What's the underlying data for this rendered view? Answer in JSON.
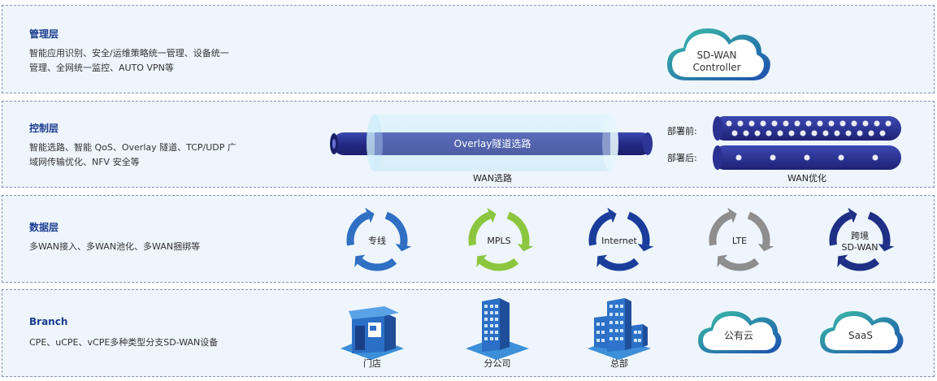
{
  "layers": [
    {
      "title": "管理层",
      "desc_line1": "智能应用识别、安全/运维策略统一管理、设备统一",
      "desc_line2": "管理、全网统一监控、AUTO VPN等"
    },
    {
      "title": "控制层",
      "desc_line1": "智能选路、智能 QoS、Overlay 隧道、TCP/UDP 广",
      "desc_line2": "域网传输优化、NFV 安全等"
    },
    {
      "title": "数据层",
      "desc_line1": "多WAN接入、多WAN池化、多WAN捆绑等",
      "desc_line2": ""
    },
    {
      "title": "Branch",
      "desc_line1": "CPE、uCPE、vCPE多种类型分支SD-WAN设备",
      "desc_line2": ""
    }
  ],
  "management": {
    "cloud_line1": "SD-WAN",
    "cloud_line2": "Controller"
  },
  "control": {
    "tunnel_label": "Overlay隧道选路",
    "tunnel_caption": "WAN选路",
    "before_label": "部署前:",
    "after_label": "部署后:",
    "opt_caption": "WAN优化"
  },
  "data_layer": {
    "links": [
      {
        "label1": "专线",
        "label2": "",
        "color": "#2f6fc4"
      },
      {
        "label1": "MPLS",
        "label2": "",
        "color": "#8cc63f"
      },
      {
        "label1": "Internet",
        "label2": "",
        "color": "#1a3d9b"
      },
      {
        "label1": "LTE",
        "label2": "",
        "color": "#8e8e8e"
      },
      {
        "label1": "跨境",
        "label2": "SD-WAN",
        "color": "#1e2f85"
      }
    ]
  },
  "branch": {
    "store": "门店",
    "branch_office": "分公司",
    "hq": "总部",
    "public_cloud": "公有云",
    "saas": "SaaS"
  },
  "colors": {
    "accent": "#1a3d8f",
    "tunnel": "#2a2f8e",
    "cloud_teal": "#33b1a8",
    "cloud_blue": "#1e5fb5",
    "building": "#2e6fc7"
  }
}
